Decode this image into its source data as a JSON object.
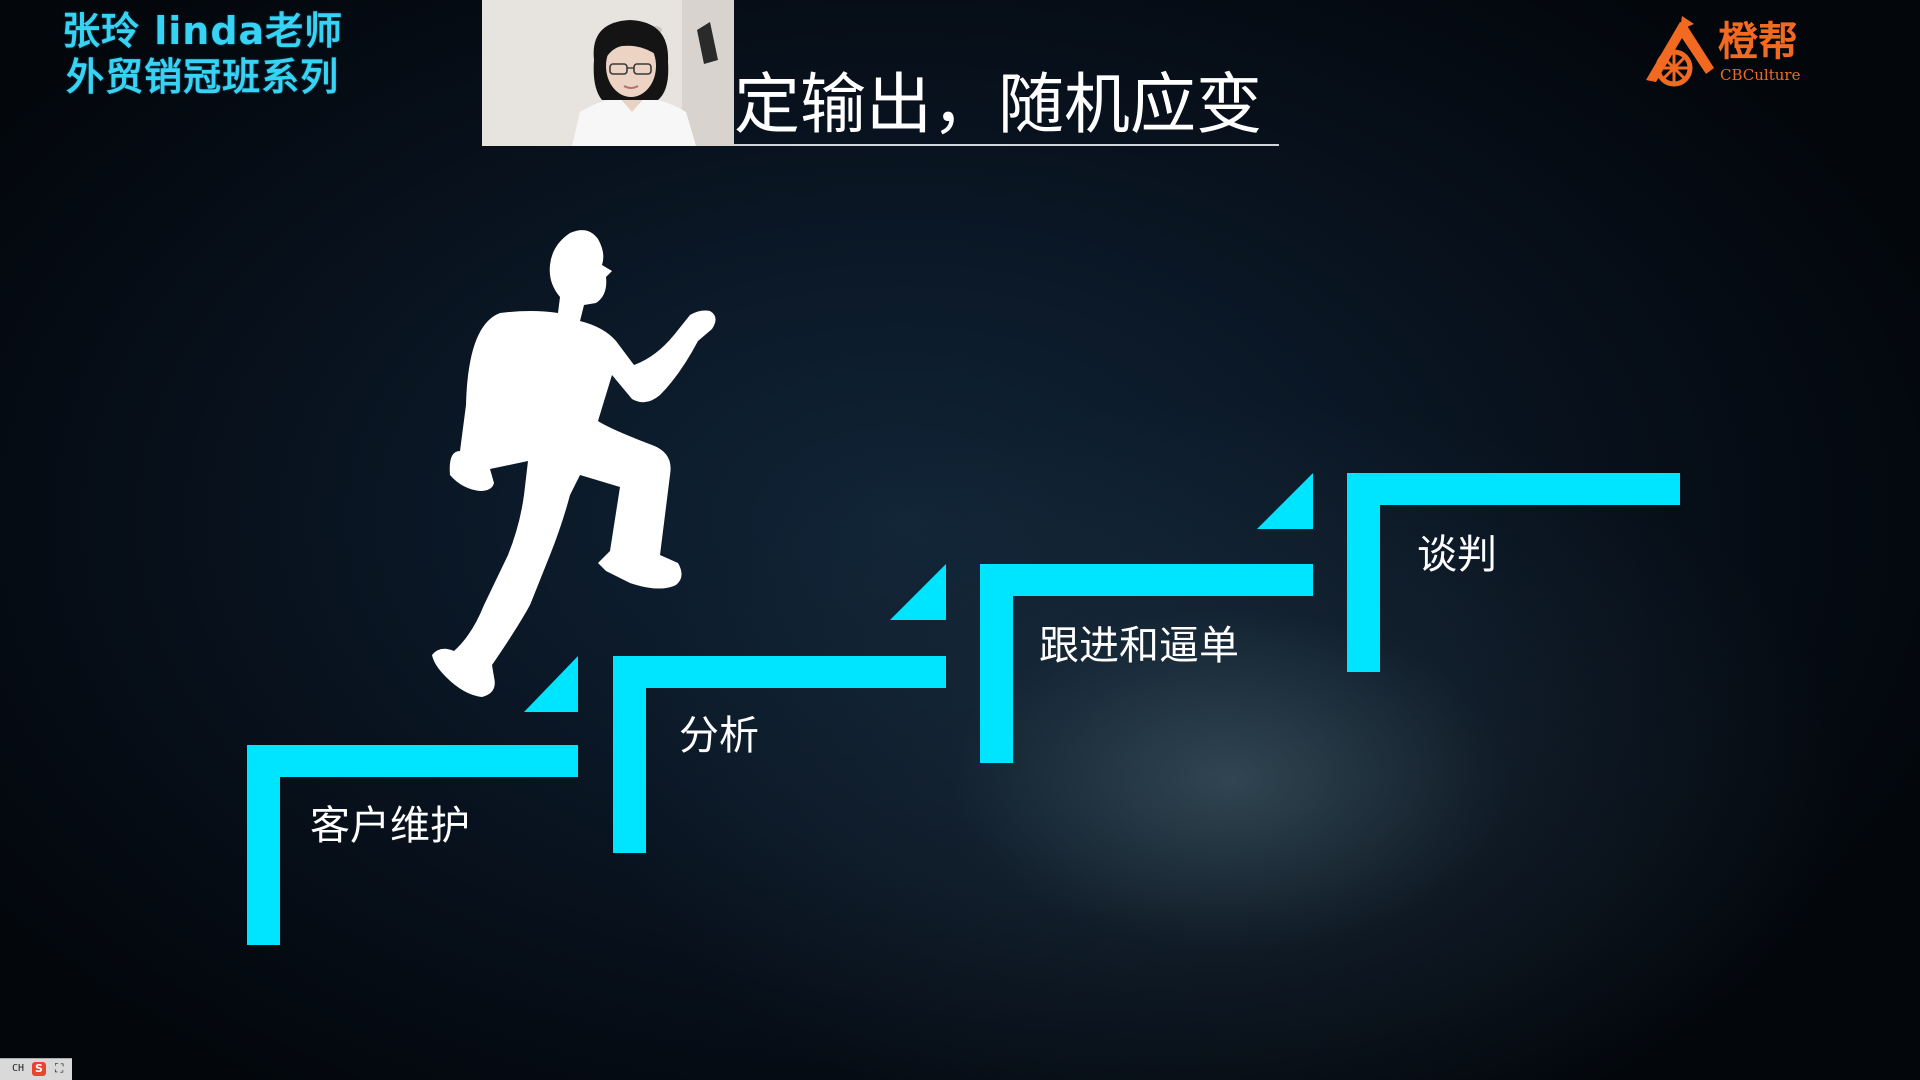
{
  "overlay": {
    "presenter_line1": "张玲 linda老师",
    "presenter_line2": "外贸销冠班系列"
  },
  "slide": {
    "title": "定输出，随机应变",
    "steps": [
      {
        "label": "客户维护"
      },
      {
        "label": "分析"
      },
      {
        "label": "跟进和逼单"
      },
      {
        "label": "谈判"
      }
    ],
    "accent_color": "#00e5ff"
  },
  "logo": {
    "name_cn": "橙帮",
    "name_en": "CBCulture",
    "color": "#f26a21"
  },
  "taskbar": {
    "ime_label": "CH",
    "sogou_glyph": "S",
    "expand_glyph": "⛶"
  },
  "icons": [
    "runner-silhouette-icon",
    "cbculture-logo-icon",
    "sogou-ime-icon",
    "expand-icon"
  ]
}
